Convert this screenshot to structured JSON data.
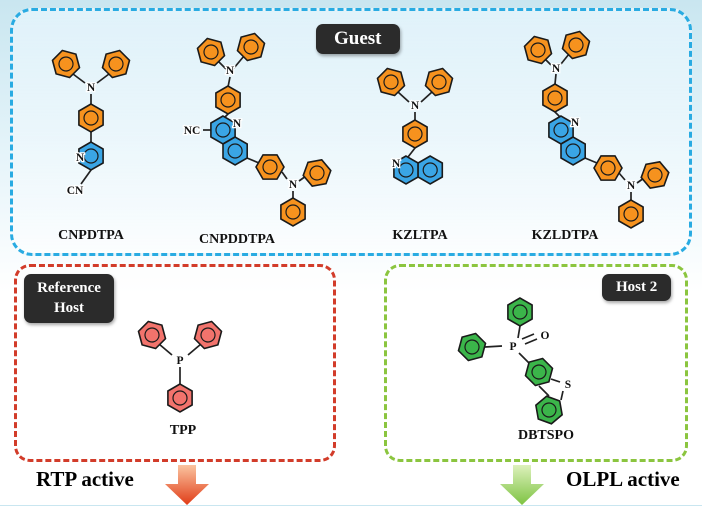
{
  "guest_panel": {
    "badge": "Guest",
    "molecules": [
      {
        "name": "CNPDTPA"
      },
      {
        "name": "CNPDDTPA"
      },
      {
        "name": "KZLTPA"
      },
      {
        "name": "KZLDTPA"
      }
    ]
  },
  "reference_host_panel": {
    "badge": "Reference Host",
    "molecule": "TPP"
  },
  "host2_panel": {
    "badge": "Host 2",
    "molecule": "DBTSPO"
  },
  "footer": {
    "rtp": "RTP active",
    "olpl": "OLPL active"
  },
  "atoms": {
    "n": "N",
    "cn": "CN",
    "nc": "NC",
    "p": "P",
    "s": "S",
    "o": "O"
  },
  "colors": {
    "guest_border": "#29abe2",
    "reference_border": "#d23c2a",
    "host2_border": "#8bc53f",
    "donor_ring_orange": "#f6921e",
    "acceptor_ring_blue": "#3aa5e5",
    "tpp_ring_pink": "#f2736c",
    "dbtspo_ring_green": "#3bb54a",
    "badge_bg": "#2b2b2b",
    "rtp_arrow": "#e03c17",
    "olpl_arrow": "#7dc342"
  }
}
